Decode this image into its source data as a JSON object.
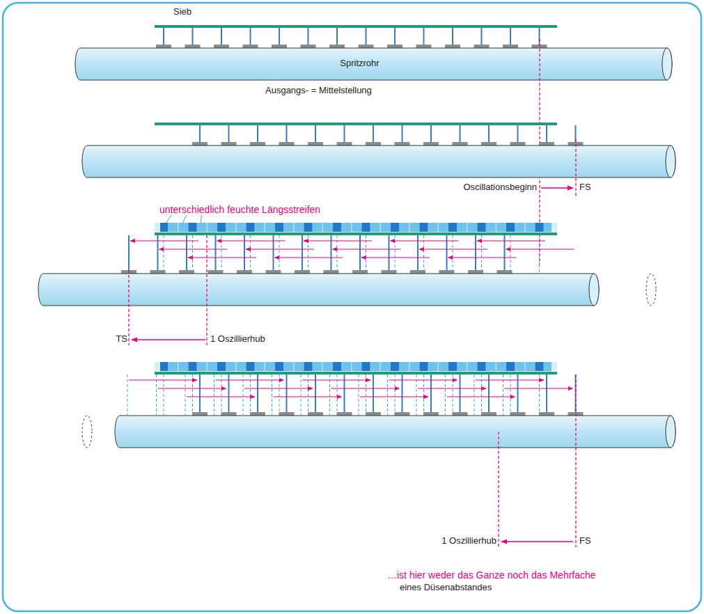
{
  "diagram": {
    "nodes": [
      {
        "text": [
          "Spritzrohr"
        ]
      }
    ],
    "labels": [
      "Sieb",
      "Ausgangs- = Mittelstellung",
      "Oscillationsbeginn",
      "FS",
      "unterschiedlich feuchte Längsstreifen",
      "TS",
      "1 Oszillierhub",
      "1 Oszillierhub",
      "FS",
      "…ist hier weder das Ganze noch das Mehrfache",
      "eines Düsenabstandes"
    ]
  }
}
